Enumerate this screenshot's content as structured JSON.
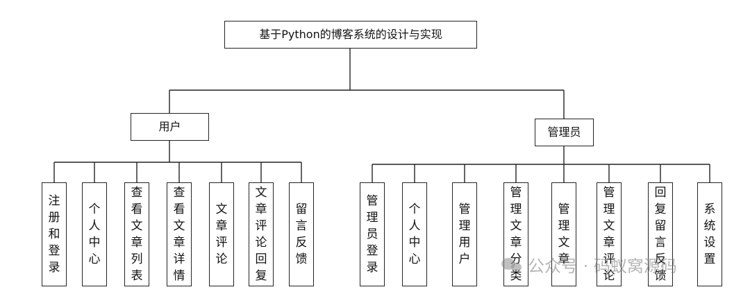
{
  "title": "基于Python的博客系统的设计与实现",
  "user": {
    "label": "用户",
    "children": [
      "注册和登录",
      "个人中心",
      "查看文章列表",
      "查看文章详情",
      "文章评论",
      "文章评论回复",
      "留言反馈"
    ]
  },
  "admin": {
    "label": "管理员",
    "children": [
      "管理员登录",
      "个人中心",
      "管理用户",
      "管理文章分类",
      "管理文章",
      "管理文章评论",
      "回复留言反馈",
      "系统设置"
    ]
  },
  "watermark": {
    "icon": "wechat-icon",
    "text": "公众号 · 码蚁窝源码"
  }
}
